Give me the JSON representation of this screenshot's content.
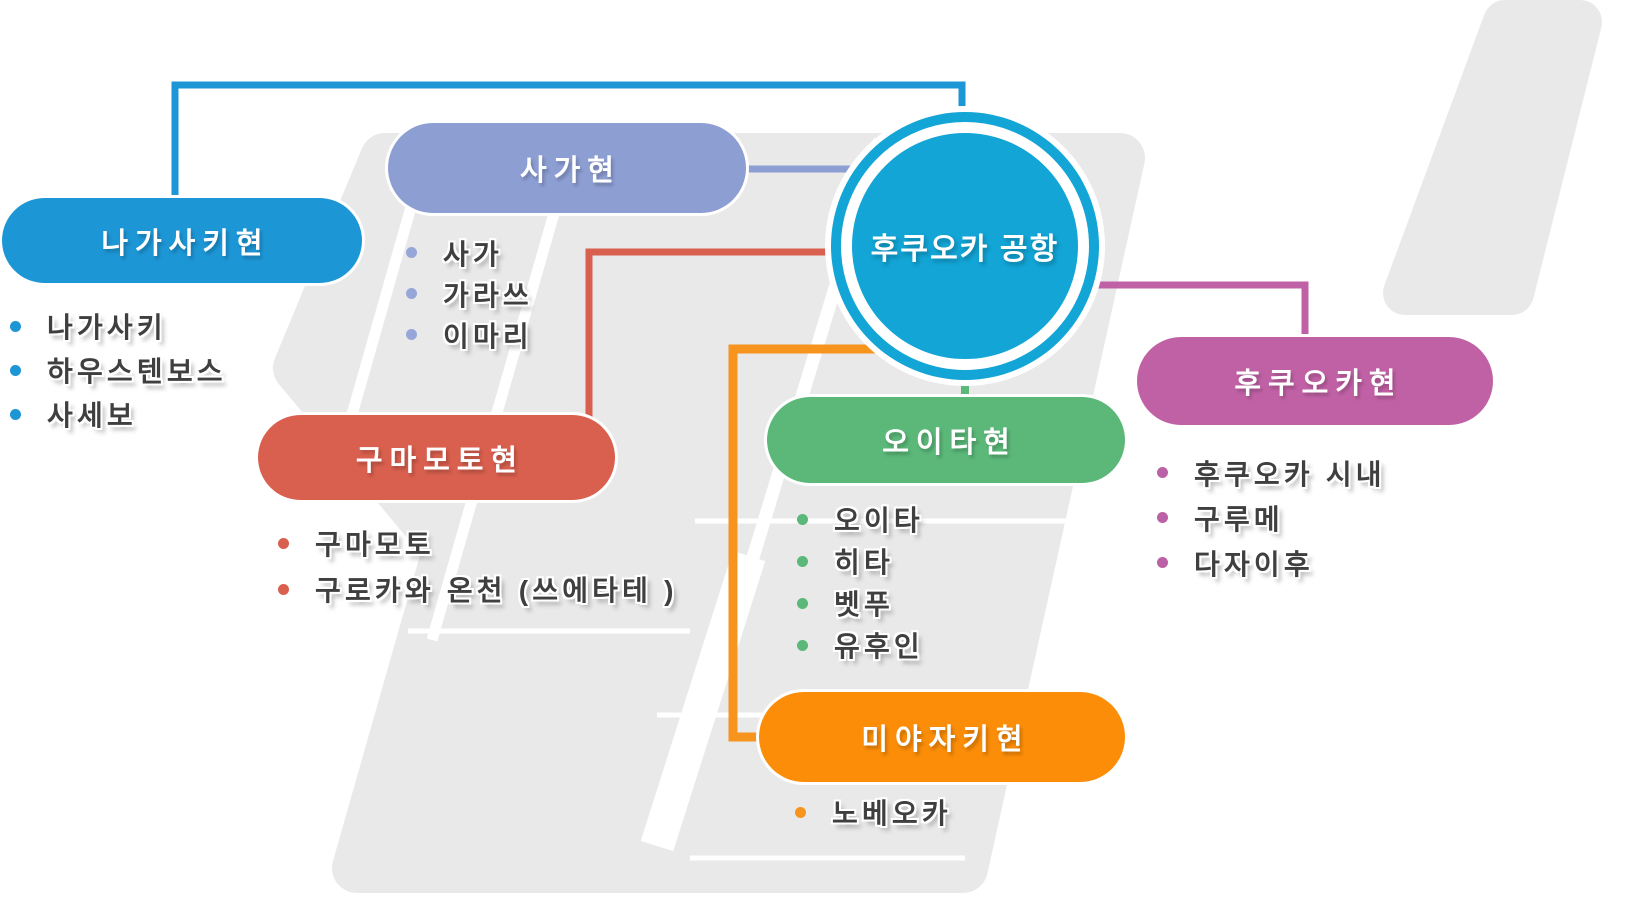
{
  "hub": {
    "label": "후쿠오카 공항",
    "fill": "#12a5d6"
  },
  "groups": [
    {
      "key": "nagasaki",
      "label": "나가사키현",
      "color": "#1d96d6",
      "dot_color": "#1d96d6",
      "items": [
        "나가사키",
        "하우스텐보스",
        "사세보"
      ]
    },
    {
      "key": "saga",
      "label": "사가현",
      "color": "#8d9ed3",
      "dot_color": "#97a6d8",
      "items": [
        "사가",
        "가라쓰",
        "이마리"
      ]
    },
    {
      "key": "kumamoto",
      "label": "구마모토현",
      "color": "#d95f4e",
      "dot_color": "#d95f4e",
      "items": [
        "구마모토",
        "구로카와 온천 (쓰에타테 )"
      ]
    },
    {
      "key": "oita",
      "label": "오이타현",
      "color": "#5bb879",
      "dot_color": "#5bb879",
      "items": [
        "오이타",
        "히타",
        "벳푸",
        "유후인"
      ]
    },
    {
      "key": "fukuoka",
      "label": "후쿠오카현",
      "color": "#c161a5",
      "dot_color": "#bb62a6",
      "items": [
        "후쿠오카 시내",
        "구루메",
        "다자이후"
      ]
    },
    {
      "key": "miyazaki",
      "label": "미야자키현",
      "color": "#fb8d08",
      "dot_color": "#f7941d",
      "items": [
        "노베오카"
      ]
    }
  ],
  "connectors": {
    "nagasaki": "#1d96d6",
    "saga": "#8d9ed3",
    "kumamoto": "#d9604f",
    "oita": "#5bb879",
    "fukuoka": "#c161a5",
    "miyazaki": "#f7941d"
  },
  "background": {
    "shape_color": "#e9e9ea",
    "stripe_color": "#ffffff"
  }
}
